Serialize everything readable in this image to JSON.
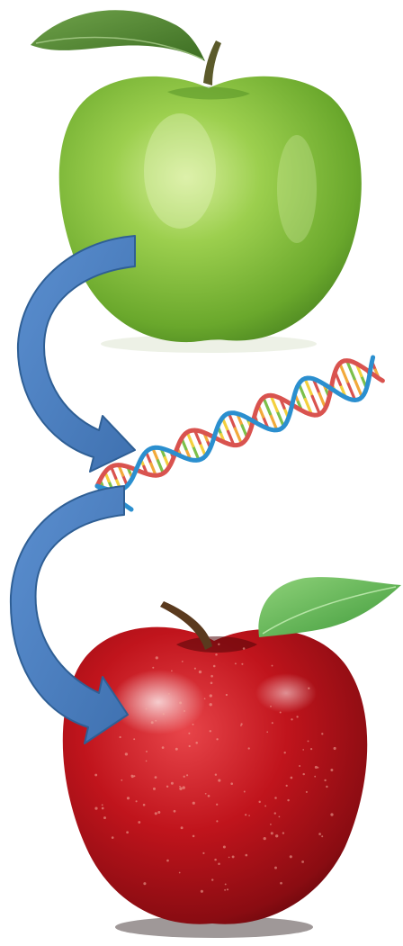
{
  "diagram": {
    "nodes": [
      {
        "id": "green-apple",
        "kind": "image",
        "colors": {
          "body": "#7dbb3a",
          "highlight": "#c8e68c",
          "shadow": "#4f8a1c",
          "leaf": "#4f8a2a",
          "stem": "#5b5a2a"
        }
      },
      {
        "id": "dna-helix",
        "kind": "image",
        "colors": {
          "strand_a": "#2b8fcf",
          "strand_b": "#d9534f",
          "rung_1": "#f2a93b",
          "rung_2": "#7cc04a",
          "rung_3": "#f3d03e"
        }
      },
      {
        "id": "red-apple",
        "kind": "image",
        "colors": {
          "body": "#c0141c",
          "highlight": "#f06a6a",
          "shadow": "#6e0a0e",
          "leaf": "#57b04a",
          "stem": "#5a3a1e"
        }
      }
    ],
    "arrows": [
      {
        "from": "green-apple",
        "to": "dna-helix",
        "color": "#4a7ebb",
        "outline": "#2f5f95"
      },
      {
        "from": "dna-helix",
        "to": "red-apple",
        "color": "#4a7ebb",
        "outline": "#2f5f95"
      }
    ]
  }
}
